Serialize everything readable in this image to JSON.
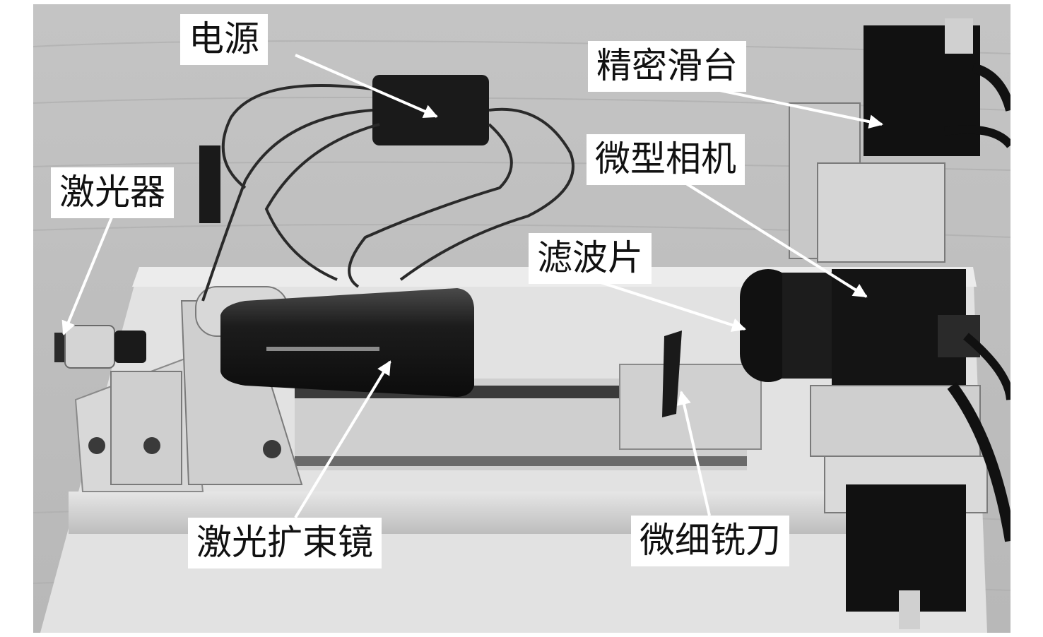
{
  "labels": {
    "power": "电源",
    "precision_stage": "精密滑台",
    "micro_camera": "微型相机",
    "laser": "激光器",
    "filter": "滤波片",
    "beam_expander": "激光扩束镜",
    "micro_milling_cutter": "微细铣刀"
  },
  "colors": {
    "label_bg": "#ffffff",
    "arrow": "#ffffff",
    "text": "#111111"
  }
}
